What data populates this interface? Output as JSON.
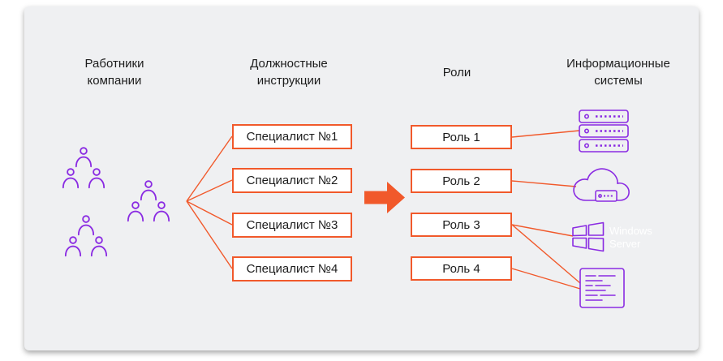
{
  "diagram": {
    "headers": {
      "employees": "Работники компании",
      "job_descriptions": "Должностные инструкции",
      "roles": "Роли",
      "info_systems": "Информационные системы"
    },
    "specialists": {
      "items": [
        "Специалист №1",
        "Специалист №2",
        "Специалист №3",
        "Специалист №4"
      ]
    },
    "roles": {
      "items": [
        "Роль 1",
        "Роль 2",
        "Роль 3",
        "Роль 4"
      ]
    },
    "info_systems": {
      "windows_label": "Windows Server",
      "icons": [
        "server-stack-icon",
        "cloud-server-icon",
        "windows-logo-icon",
        "code-window-icon"
      ]
    },
    "employees": {
      "group_icon": "people-group-icon",
      "group_count": 3,
      "people_per_group": 3
    },
    "connections": {
      "employees_to_specialists": [
        "Специалист №1",
        "Специалист №2",
        "Специалист №3",
        "Специалист №4"
      ],
      "roles_to_systems": [
        [
          "Роль 1",
          "server-stack-icon"
        ],
        [
          "Роль 2",
          "cloud-server-icon"
        ],
        [
          "Роль 3",
          "windows-logo-icon"
        ],
        [
          "Роль 3",
          "code-window-icon"
        ],
        [
          "Роль 4",
          "code-window-icon"
        ]
      ]
    },
    "colors": {
      "accent_orange": "#F1592B",
      "icon_purple": "#8A2BE2",
      "panel_background": "#EFF0F2",
      "box_background": "#FFFFFF",
      "text": "#1C1C1C",
      "windows_text": "#FFFFFF"
    }
  }
}
